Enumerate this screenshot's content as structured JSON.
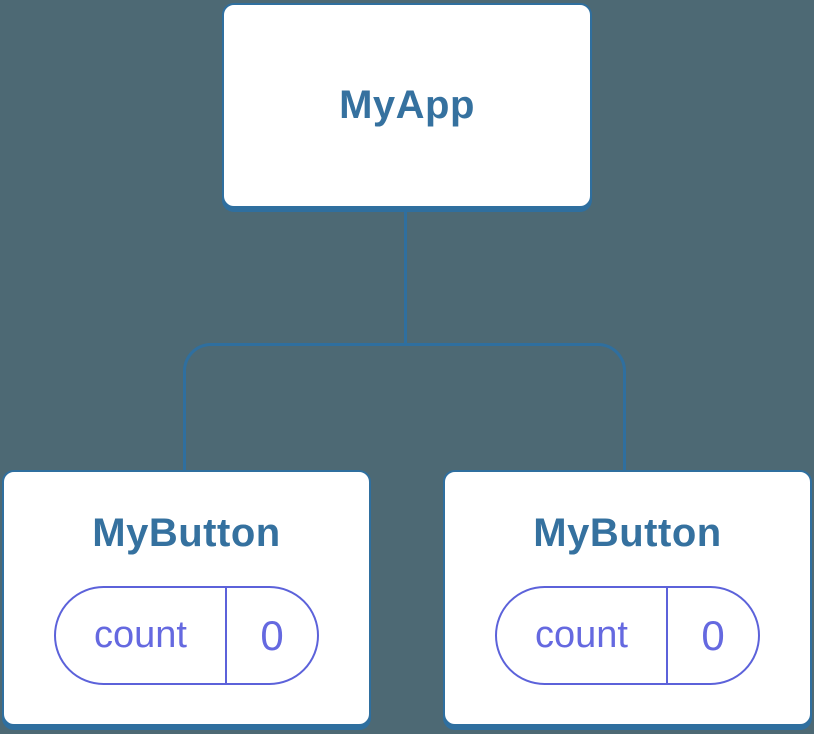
{
  "colors": {
    "background": "#4d6974",
    "node_border": "#2f6f9f",
    "node_text": "#35719f",
    "node_fill": "#ffffff",
    "connector": "#2f6f9f",
    "state_border": "#5c62da",
    "state_text": "#6569e0"
  },
  "diagram": {
    "type": "component-tree",
    "root": {
      "label": "MyApp"
    },
    "children": [
      {
        "label": "MyButton",
        "state": {
          "key": "count",
          "value": "0"
        }
      },
      {
        "label": "MyButton",
        "state": {
          "key": "count",
          "value": "0"
        }
      }
    ]
  }
}
